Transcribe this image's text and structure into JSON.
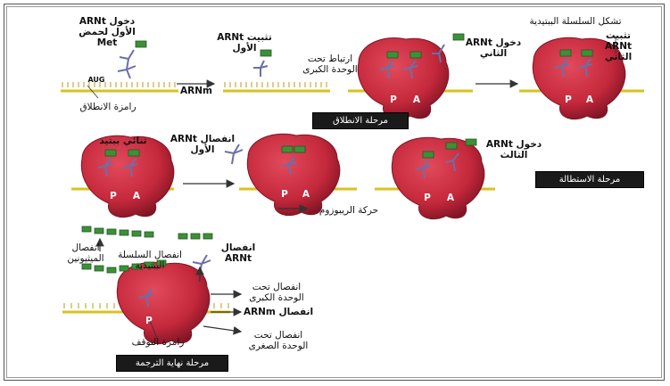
{
  "labels": {
    "l1": "دخول ARNt\nالأول لحمض\nMet",
    "l1_aug": "AUG",
    "l1_codon": "رامزة الانطلاق",
    "l2": "تثبيت ARNt\nالأول",
    "l2_arnm": "ARNm",
    "l3": "ارتباط تحت\nالوحدة الكبرى",
    "l3b": "دخول ARNt\nالثاني",
    "l4": "تشكل السلسلة الببتيدية",
    "l4b": "تثبيت\nARNt\nالثاني",
    "l5": "ثنائي ببتيد",
    "l6": "انفصال ARNt\nالأول",
    "l6_move": "حركة الريبوزوم",
    "l7": "دخول ARNt\nالثالث",
    "l8_met": "انفصال\nالميثيونين",
    "l8_chain": "انفصال السلسلة\nالببتيدية",
    "l8_arnt": "انفصال\nARNt",
    "l8_big": "انفصال تحت\nالوحدة الكبرى",
    "l8_arnm": "انفصال ARNm",
    "l8_small": "انفصال تحت\nالوحدة الصغرى",
    "l8_stop": "رامزة التوقف",
    "site_p": "P",
    "site_a": "A"
  },
  "phases": {
    "initiation": "مرحلة الانطلاق",
    "elongation": "مرحلة الاستطالة",
    "termination": "مرحلة نهاية الترجمة"
  },
  "colors": {
    "ribosome": "#c4283b",
    "ribosome_dark": "#7e1424",
    "mrna": "#d9c21f",
    "trna": "#6a6fa8",
    "amino": "#3f8f3a"
  },
  "icons": [
    "ribosome-icon",
    "trna-icon",
    "arrow-icon"
  ]
}
